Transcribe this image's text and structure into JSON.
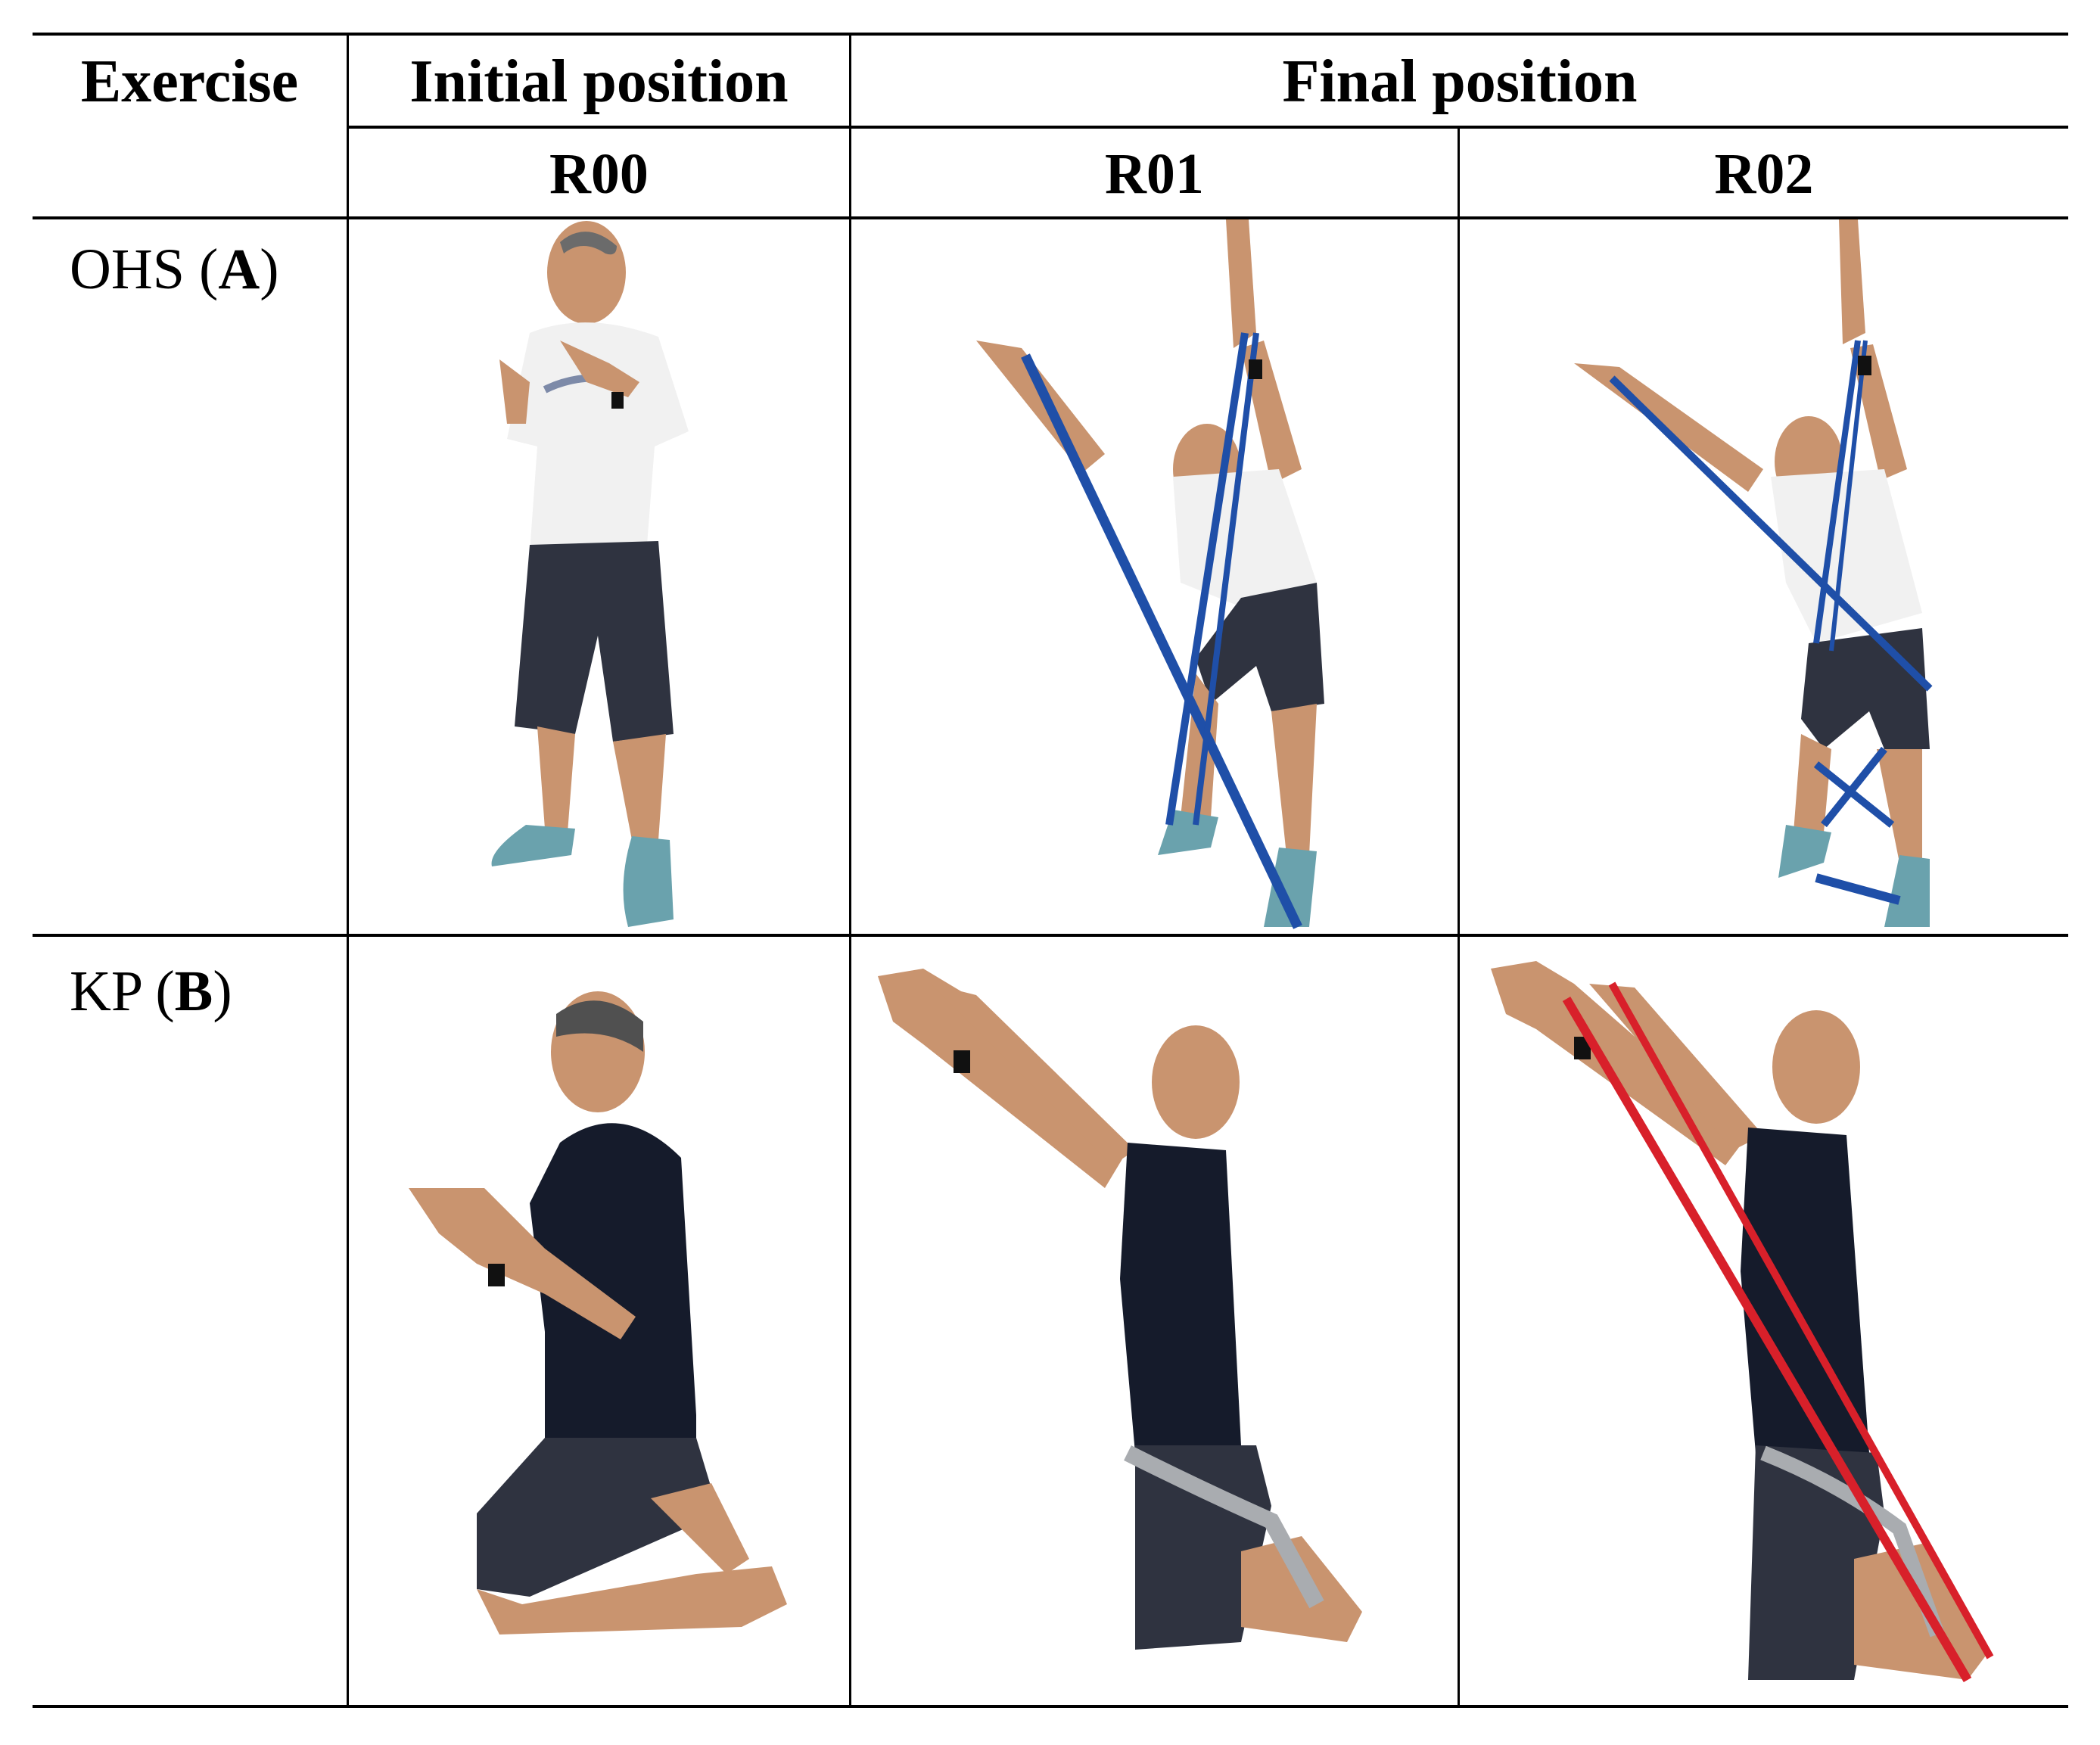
{
  "table": {
    "header": {
      "exercise": "Exercise",
      "initial": "Initial position",
      "final": "Final position"
    },
    "subheader": [
      "R00",
      "R01",
      "R02"
    ],
    "rows": [
      {
        "name": "OHS",
        "letter": "A",
        "photos": [
          "OHS R00 initial squat stance",
          "OHS R01 squat with blue band",
          "OHS R02 squat with blue bands"
        ]
      },
      {
        "name": "KP",
        "letter": "B",
        "photos": [
          "KP R00 kneeling",
          "KP R01 kneeling arms raised with grey band",
          "KP R02 kneeling arms raised with red band"
        ]
      }
    ]
  },
  "colors": {
    "band_blue": "#1f4fa8",
    "band_red": "#d8202a",
    "band_grey": "#a9acb0",
    "shirt_white": "#f1f1f1",
    "shirt_navy": "#151b2b",
    "shorts": "#2f3340",
    "shoe": "#6aa2ad",
    "skin": "#c9946f"
  }
}
